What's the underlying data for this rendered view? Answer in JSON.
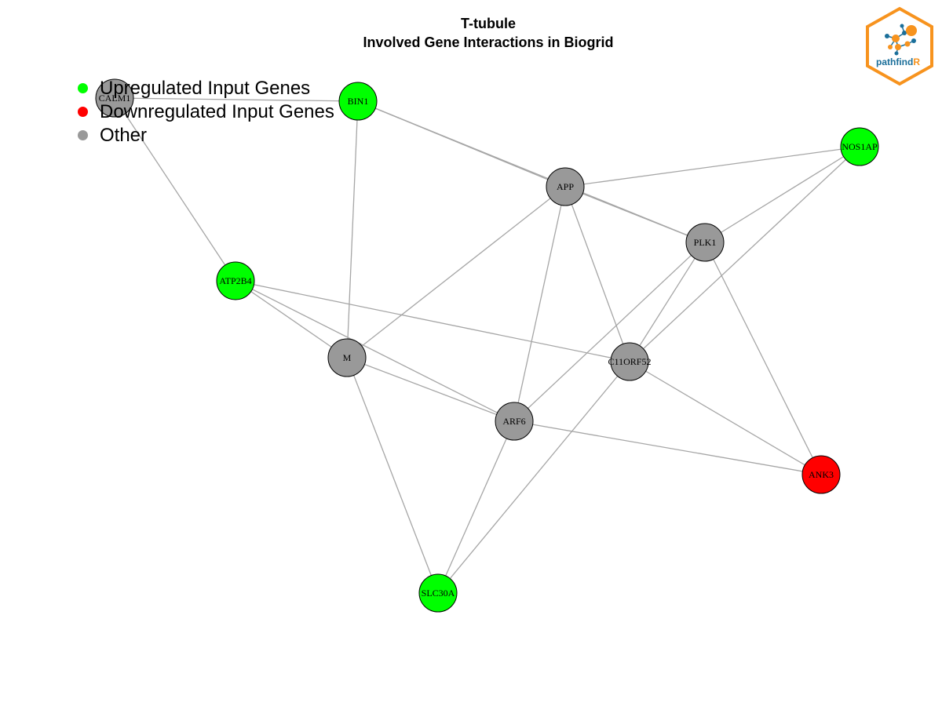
{
  "title": {
    "line1": "T-tubule",
    "line2": "Involved Gene Interactions in Biogrid"
  },
  "legend": [
    {
      "label": "Upregulated Input Genes",
      "color": "#00ff00"
    },
    {
      "label": "Downregulated Input Genes",
      "color": "#ff0000"
    },
    {
      "label": "Other",
      "color": "#999999"
    }
  ],
  "colors": {
    "upregulated": "#00ff00",
    "downregulated": "#ff0000",
    "other": "#999999",
    "edge": "#a6a6a6",
    "logo_orange": "#f7931e",
    "logo_blue": "#1b6f9a"
  },
  "nodes": [
    {
      "id": "CALM1",
      "label": "CALM1",
      "status": "other"
    },
    {
      "id": "BIN1",
      "label": "BIN1",
      "status": "upregulated"
    },
    {
      "id": "NOS1AP",
      "label": "NOS1AP",
      "status": "upregulated"
    },
    {
      "id": "APP",
      "label": "APP",
      "status": "other"
    },
    {
      "id": "PLK1",
      "label": "PLK1",
      "status": "other"
    },
    {
      "id": "ATP2B4",
      "label": "ATP2B4",
      "status": "upregulated"
    },
    {
      "id": "M",
      "label": "M",
      "status": "other"
    },
    {
      "id": "C11ORF52",
      "label": "C11ORF52",
      "status": "other"
    },
    {
      "id": "ARF6",
      "label": "ARF6",
      "status": "other"
    },
    {
      "id": "ANK3",
      "label": "ANK3",
      "status": "downregulated"
    },
    {
      "id": "SLC30A",
      "label": "SLC30A",
      "status": "upregulated"
    }
  ],
  "edges": [
    [
      "CALM1",
      "BIN1"
    ],
    [
      "CALM1",
      "ATP2B4"
    ],
    [
      "BIN1",
      "APP"
    ],
    [
      "BIN1",
      "PLK1"
    ],
    [
      "BIN1",
      "M"
    ],
    [
      "APP",
      "NOS1AP"
    ],
    [
      "APP",
      "PLK1"
    ],
    [
      "APP",
      "M"
    ],
    [
      "APP",
      "ARF6"
    ],
    [
      "APP",
      "C11ORF52"
    ],
    [
      "NOS1AP",
      "PLK1"
    ],
    [
      "NOS1AP",
      "C11ORF52"
    ],
    [
      "PLK1",
      "C11ORF52"
    ],
    [
      "PLK1",
      "ARF6"
    ],
    [
      "PLK1",
      "ANK3"
    ],
    [
      "ATP2B4",
      "M"
    ],
    [
      "ATP2B4",
      "ARF6"
    ],
    [
      "ATP2B4",
      "C11ORF52"
    ],
    [
      "M",
      "ARF6"
    ],
    [
      "M",
      "SLC30A"
    ],
    [
      "C11ORF52",
      "ANK3"
    ],
    [
      "C11ORF52",
      "SLC30A"
    ],
    [
      "ARF6",
      "ANK3"
    ],
    [
      "ARF6",
      "SLC30A"
    ]
  ],
  "logo": {
    "text_main": "pathfind",
    "text_accent": "R"
  }
}
